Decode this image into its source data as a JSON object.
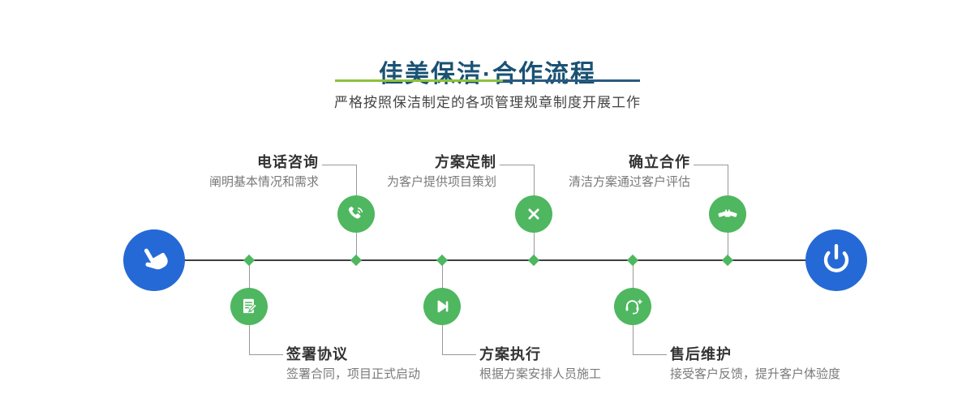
{
  "page": {
    "title": "佳美保洁·合作流程",
    "subtitle": "严格按照保洁制定的各项管理规章制度开展工作"
  },
  "colors": {
    "brand_blue": "#2569d6",
    "brand_green": "#4eb75f",
    "title_text": "#1a5274",
    "subtitle_text": "#444444",
    "step_title": "#333333",
    "step_desc": "#7a7a7a",
    "line": "#3f3f3f",
    "connector": "#999999",
    "underline_green": "#8cc23c",
    "underline_blue": "#2a5a80"
  },
  "timeline": {
    "start": {
      "icon": "pointing-hand-icon"
    },
    "end": {
      "icon": "power-icon"
    },
    "steps_top": [
      {
        "title": "电话咨询",
        "desc": "阐明基本情况和需求",
        "icon": "phone-icon"
      },
      {
        "title": "方案定制",
        "desc": "为客户提供项目策划",
        "icon": "pen-tools-icon"
      },
      {
        "title": "确立合作",
        "desc": "清洁方案通过客户评估",
        "icon": "handshake-icon"
      }
    ],
    "steps_bottom": [
      {
        "title": "签署协议",
        "desc": "签署合同，项目正式启动",
        "icon": "contract-icon"
      },
      {
        "title": "方案执行",
        "desc": "根据方案安排人员施工",
        "icon": "play-icon"
      },
      {
        "title": "售后维护",
        "desc": "接受客户反馈，提升客户体验度",
        "icon": "headset-icon"
      }
    ]
  }
}
